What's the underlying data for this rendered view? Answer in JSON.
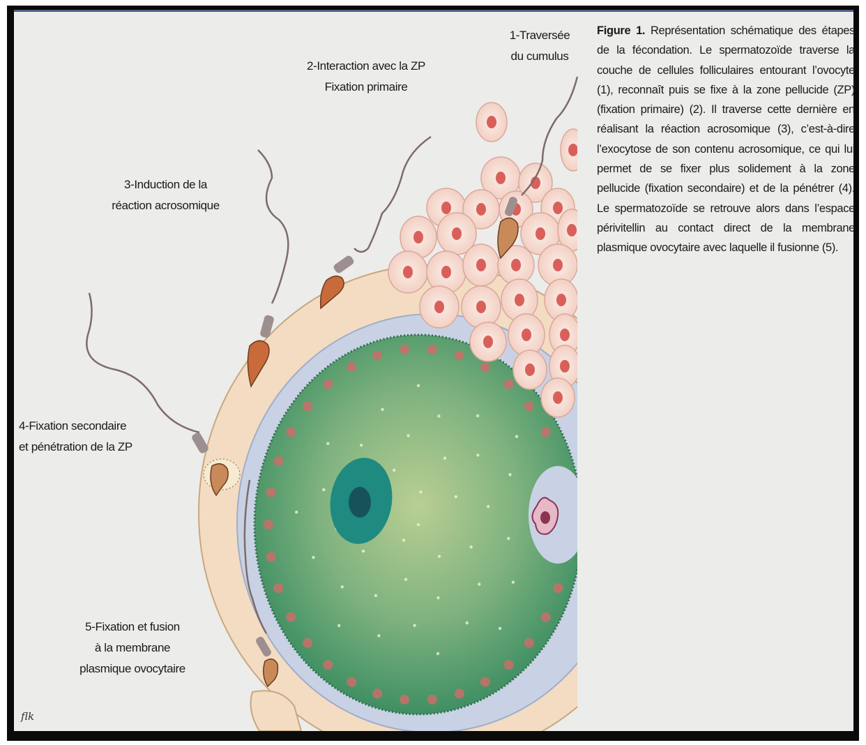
{
  "labels": {
    "step1": "1-Traversée\ndu cumulus",
    "step2": "2-Interaction avec la ZP\nFixation primaire",
    "step3": "3-Induction de la\nréaction acrosomique",
    "step4": "4-Fixation secondaire\net pénétration de la ZP",
    "step5": "5-Fixation et fusion\nà la membrane\nplasmique ovocytaire"
  },
  "caption": {
    "title": "Figure 1.",
    "text": "Représentation schématique des étapes de la fécondation. Le spermatozoïde traverse la couche de cellules folliculaires entourant l’ovocyte (1), reconnaît puis se fixe à la zone pellucide (ZP) (fixation primaire) (2). Il traverse cette dernière en réalisant la réaction acrosomique (3), c’est-à-dire l’exocytose de son contenu acrosomique, ce qui lui permet de se fixer plus solidement à la zone pellucide (fixation secondaire) et de la pénétrer (4). Le spermatozoïde se retrouve alors dans l’espace périvitellin au contact direct de la membrane plasmique ovocytaire avec laquelle il fusionne (5)."
  },
  "signature": "flk",
  "colors": {
    "zona": "#f3dcc2",
    "perivitelline": "#c9d2e4",
    "cytoplasm": "#5ea06e",
    "nucleus": "#1f8a80",
    "nucleolus": "#17525a",
    "cumulus_cell": "#f5d5cc",
    "cumulus_nucleus": "#d9605a",
    "sperm_head": "#c96a3a"
  }
}
